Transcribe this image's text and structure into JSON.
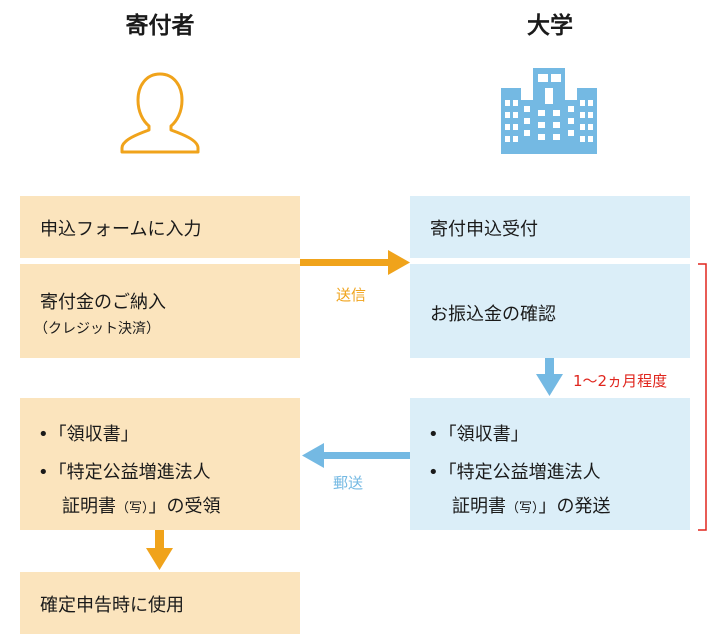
{
  "headings": {
    "donor": "寄付者",
    "university": "大学"
  },
  "donor_steps": {
    "form": "申込フォームに入力",
    "payment_main": "寄付金のご納入",
    "payment_sub": "（クレジット決済）",
    "receive_line1": "•「領収書」",
    "receive_line2": "•「特定公益増進法人",
    "receive_line3a": "証明書",
    "receive_line3b": "（写）",
    "receive_line3c": "」の受領",
    "final": "確定申告時に使用"
  },
  "university_steps": {
    "accept": "寄付申込受付",
    "confirm": "お振込金の確認",
    "send_line1": "•「領収書」",
    "send_line2": "•「特定公益増進法人",
    "send_line3a": "証明書",
    "send_line3b": "（写）",
    "send_line3c": "」の発送"
  },
  "arrows": {
    "transmit": "送信",
    "mail": "郵送",
    "duration": "1〜2ヵ月程度"
  },
  "colors": {
    "orange": "#f0a31b",
    "blue": "#74b9e3",
    "red": "#e0261e",
    "donor_box": "#fbe4bd",
    "univ_box": "#dbeef8"
  }
}
